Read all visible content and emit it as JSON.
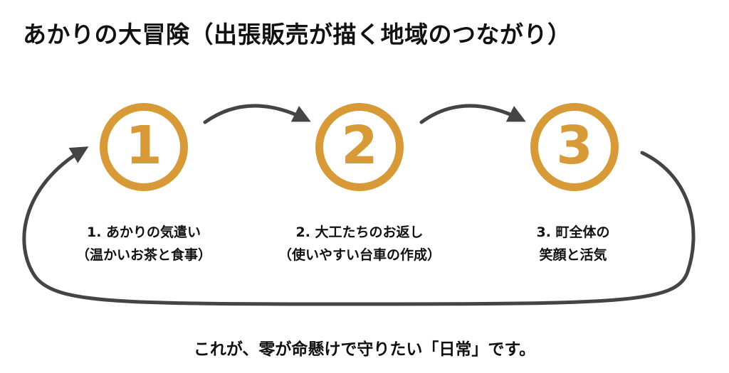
{
  "title": "あかりの大冒険（出張販売が描く地域のつながり）",
  "steps": [
    {
      "number": "1",
      "line1": "1. あかりの気遣い",
      "line2": "（温かいお茶と食事）"
    },
    {
      "number": "2",
      "line1": "2. 大工たちのお返し",
      "line2": "（使いやすい台車の作成）"
    },
    {
      "number": "3",
      "line1": "3. 町全体の",
      "line2": "笑顔と活気"
    }
  ],
  "footer": "これが、零が命懸けで守りたい「日常」です。",
  "colors": {
    "accent": "#d79a36",
    "arrow": "#444444",
    "text": "#111111"
  }
}
